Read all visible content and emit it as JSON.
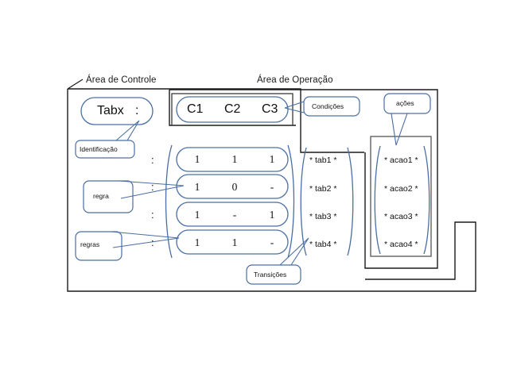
{
  "diagram": {
    "title_control_area": "Área de Controle",
    "title_operation_area": "Área de Operação",
    "identification": {
      "capsule_label": "Tabx",
      "capsule_colon": ":",
      "callout": "Identificação"
    },
    "conditions": {
      "headers": [
        "C1",
        "C2",
        "C3"
      ],
      "callout": "Condições"
    },
    "rules": {
      "callout_singular": "regra",
      "callout_plural": "regras",
      "colon": ":",
      "rows": [
        {
          "colon": ":",
          "cells": [
            "1",
            "1",
            "1"
          ]
        },
        {
          "colon": ":",
          "cells": [
            "1",
            "0",
            "-"
          ]
        },
        {
          "colon": ":",
          "cells": [
            "1",
            "-",
            "1"
          ]
        },
        {
          "colon": ":",
          "cells": [
            "1",
            "1",
            "-"
          ]
        }
      ]
    },
    "transitions": {
      "callout": "Transições",
      "items": [
        "* tab1 *",
        "* tab2 *",
        "* tab3 *",
        "* tab4 *"
      ]
    },
    "actions": {
      "callout": "ações",
      "items": [
        "* acao1 *",
        "* acao2 *",
        "* acao3 *",
        "* acao4 *"
      ]
    },
    "colors": {
      "blue_stroke": "#4a6fa5",
      "black_stroke": "#1a1a1a",
      "gray_stroke": "#6b6b6b",
      "background": "#ffffff"
    }
  }
}
